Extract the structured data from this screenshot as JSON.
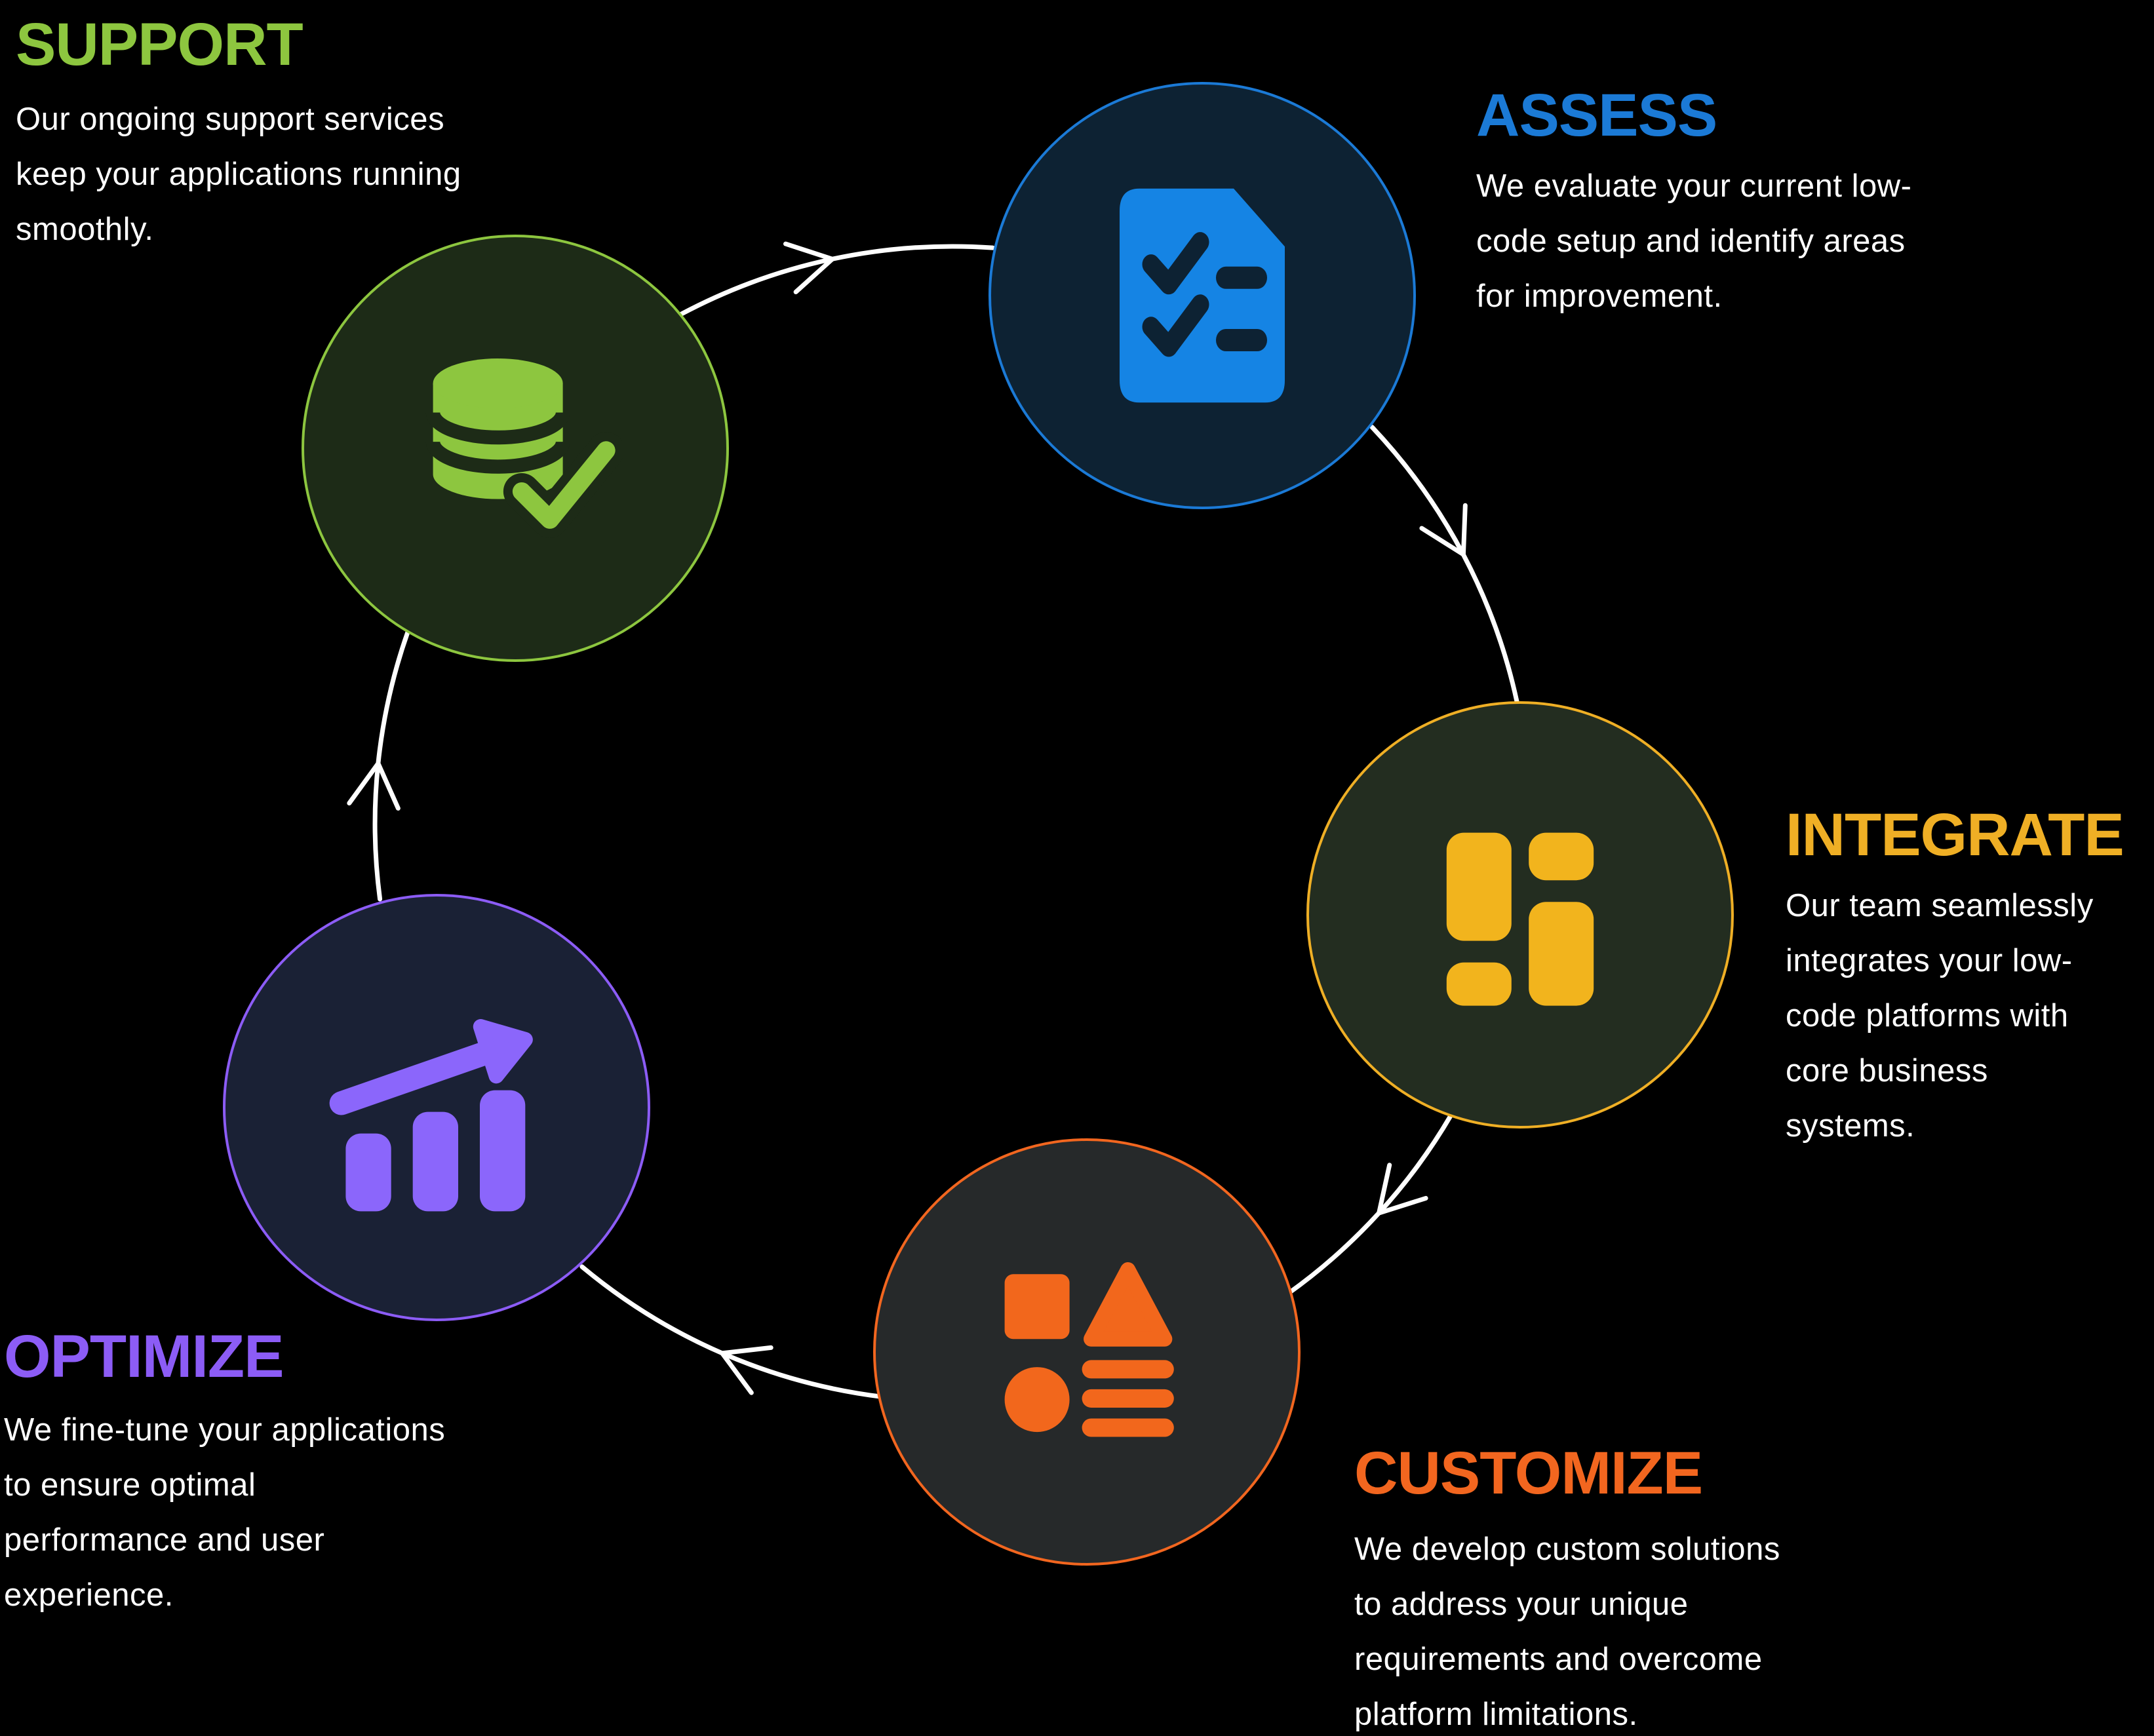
{
  "background": "#000000",
  "cycle": {
    "direction": "clockwise",
    "arrow_color": "#ffffff",
    "stage_order": [
      "SUPPORT",
      "ASSESS",
      "INTEGRATE",
      "CUSTOMIZE",
      "OPTIMIZE"
    ]
  },
  "sections": [
    {
      "id": "support",
      "label": "SUPPORT",
      "accent": "#8dc63f",
      "circle_fill": "#1d2b17",
      "icon": "database-check-icon",
      "icon_color": "#8dc63f",
      "lines": [
        "Our ongoing support services",
        "keep your applications running",
        "smoothly."
      ]
    },
    {
      "id": "assess",
      "label": "ASSESS",
      "accent": "#1b7ad6",
      "circle_fill": "#0d2233",
      "icon": "task-checklist-icon",
      "icon_color": "#1584e4",
      "lines": [
        "We evaluate your current low-",
        "code setup and identify areas",
        "for improvement."
      ]
    },
    {
      "id": "integrate",
      "label": "INTEGRATE",
      "accent": "#efaf25",
      "circle_fill": "#232d20",
      "icon": "layout-grid-icon",
      "icon_color": "#f2b41d",
      "lines": [
        "Our team seamlessly",
        "integrates your low-",
        "code platforms with",
        "core business",
        "systems."
      ]
    },
    {
      "id": "customize",
      "label": "CUSTOMIZE",
      "accent": "#f2661f",
      "circle_fill": "#26292a",
      "icon": "shapes-icon",
      "icon_color": "#f2671c",
      "lines": [
        "We develop custom solutions",
        "to address your unique",
        "requirements and overcome",
        "platform limitations."
      ]
    },
    {
      "id": "optimize",
      "label": "OPTIMIZE",
      "accent": "#8c5cf6",
      "circle_fill": "#1a2135",
      "icon": "growth-chart-icon",
      "icon_color": "#8b66fb",
      "lines": [
        "We fine-tune your applications",
        "to ensure optimal",
        "performance and user",
        "experience."
      ]
    }
  ]
}
